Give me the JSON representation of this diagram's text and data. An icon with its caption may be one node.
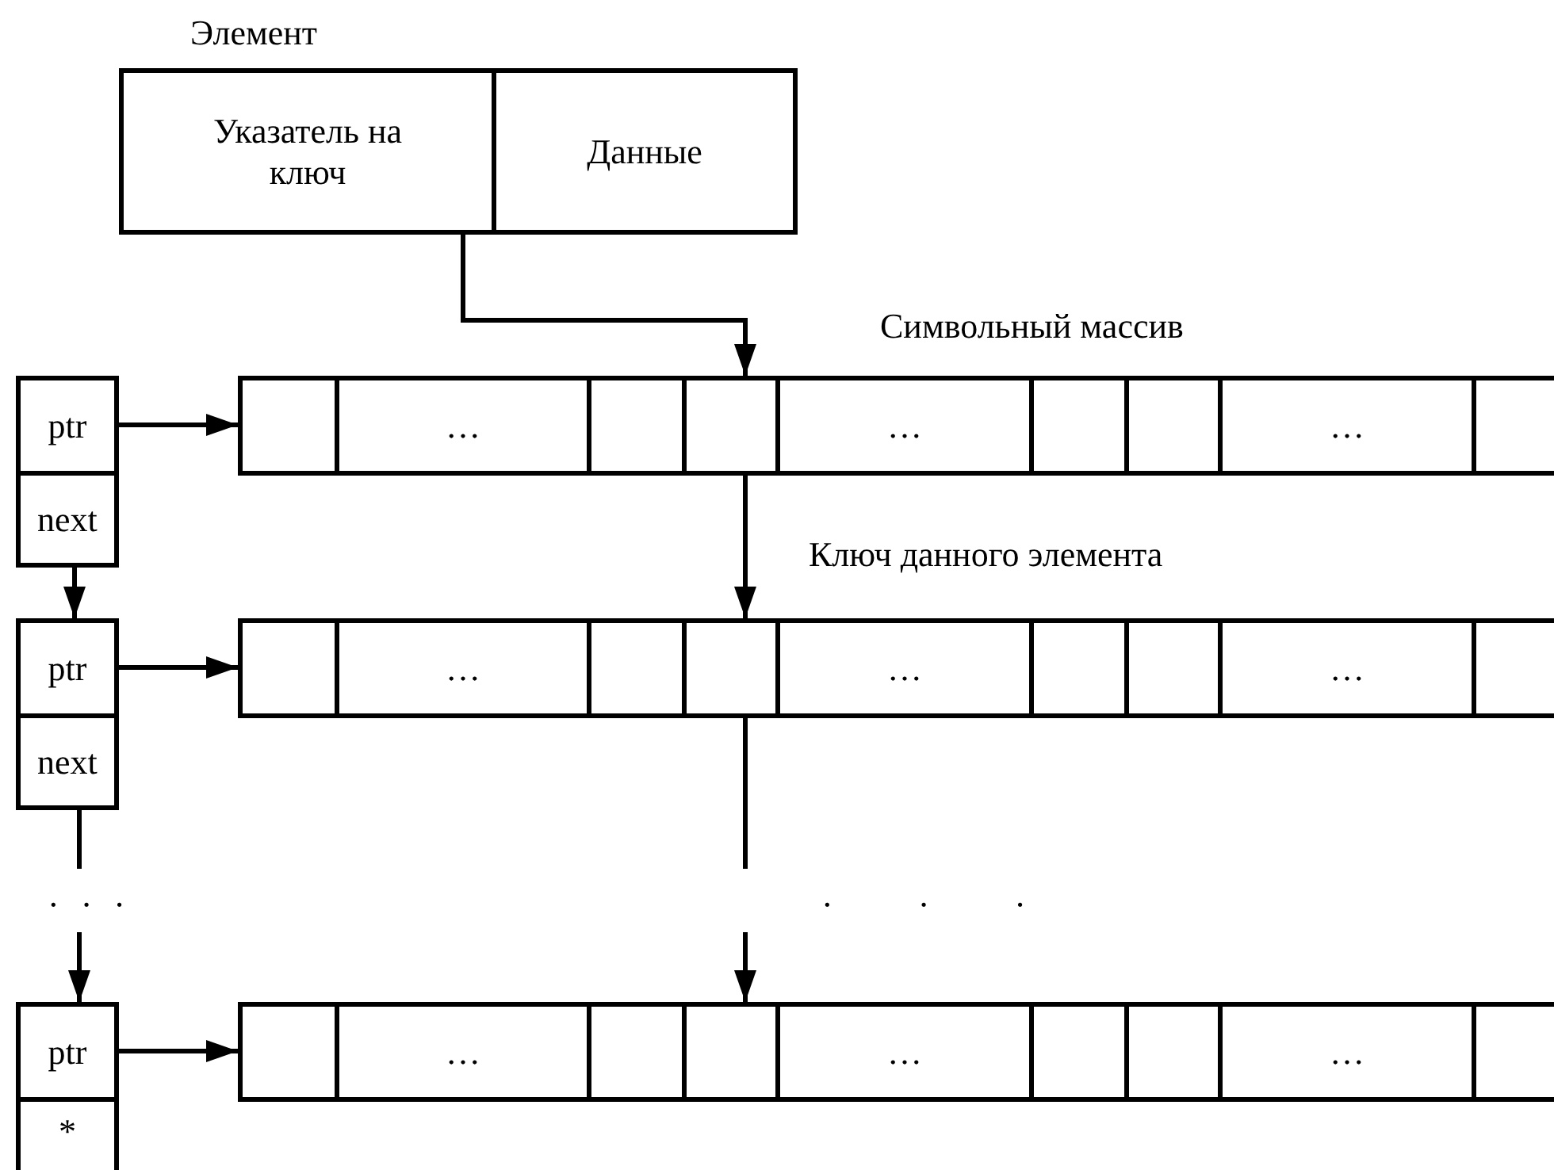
{
  "diagram": {
    "nodes": [
      {
        "text": [
          "Элемент"
        ]
      },
      {
        "text": [
          "Указатель на ключ"
        ],
        "in": 0
      },
      {
        "text": [
          "Данные"
        ],
        "in": 0
      },
      {
        "text": [
          "ptr"
        ]
      },
      {
        "text": [
          "next"
        ]
      },
      {
        "text": [],
        "shape": "box"
      },
      {
        "text": [
          "…"
        ]
      },
      {
        "text": [],
        "shape": "box"
      },
      {
        "text": [],
        "shape": "box"
      },
      {
        "text": [
          "…"
        ]
      },
      {
        "text": [],
        "shape": "box"
      },
      {
        "text": [],
        "shape": "box"
      },
      {
        "text": [
          "…"
        ]
      },
      {
        "text": [],
        "shape": "box"
      },
      {
        "text": [
          "ptr"
        ]
      },
      {
        "text": [
          "next"
        ]
      },
      {
        "text": [],
        "shape": "box"
      },
      {
        "text": [
          "…"
        ]
      },
      {
        "text": [],
        "shape": "box"
      },
      {
        "text": [],
        "shape": "box"
      },
      {
        "text": [
          "…"
        ]
      },
      {
        "text": [],
        "shape": "box"
      },
      {
        "text": [],
        "shape": "box"
      },
      {
        "text": [
          "…"
        ]
      },
      {
        "text": [],
        "shape": "box"
      },
      {
        "text": [
          "ptr"
        ]
      },
      {
        "text": [
          "*"
        ]
      },
      {
        "text": [],
        "shape": "box"
      },
      {
        "text": [
          "…"
        ]
      },
      {
        "text": [],
        "shape": "box"
      },
      {
        "text": [],
        "shape": "box"
      },
      {
        "text": [
          "…"
        ]
      },
      {
        "text": [],
        "shape": "box"
      },
      {
        "text": [],
        "shape": "box"
      },
      {
        "text": [
          "…"
        ]
      },
      {
        "text": [],
        "shape": "box"
      }
    ],
    "edges": [
      {
        "from": 1,
        "to": 8,
        "arrow": "to"
      },
      {
        "from": 3,
        "to": 5,
        "arrow": "to"
      },
      {
        "from": 4,
        "to": 14,
        "arrow": "to"
      },
      {
        "from": 8,
        "to": 19,
        "arrow": "to"
      },
      {
        "from": 14,
        "to": 16,
        "arrow": "to"
      },
      {
        "from": 15,
        "to": null,
        "arrow": "none"
      },
      {
        "from": null,
        "to": 25,
        "arrow": "to"
      },
      {
        "from": 19,
        "to": null,
        "arrow": "none"
      },
      {
        "from": null,
        "to": 30,
        "arrow": "to"
      },
      {
        "from": 25,
        "to": 27,
        "arrow": "to"
      }
    ],
    "labels": [
      "Символьный массив",
      "Ключ данного элемента",
      "· · ·",
      "· · ·"
    ]
  }
}
